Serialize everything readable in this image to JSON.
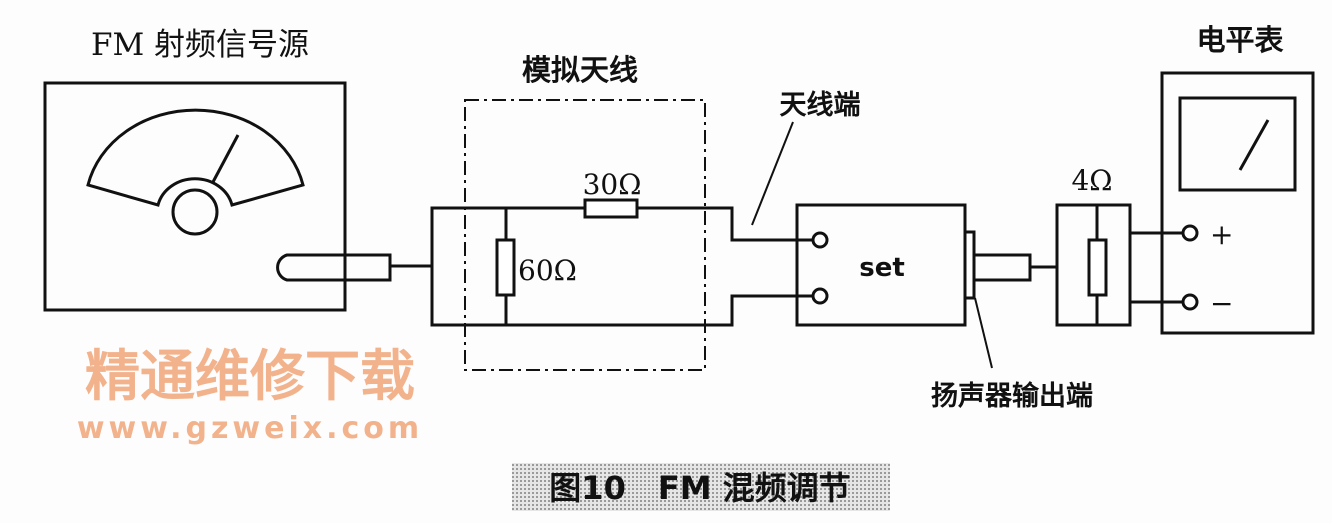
{
  "labels": {
    "signal_source": "FM 射频信号源",
    "dummy_antenna": "模拟天线",
    "antenna_terminal": "天线端",
    "r_series": "30Ω",
    "r_shunt": "60Ω",
    "set": "set",
    "load": "4Ω",
    "level_meter": "电平表",
    "plus": "+",
    "minus": "−",
    "speaker_output": "扬声器输出端"
  },
  "watermark": {
    "cn": "精通维修下载",
    "url": "www.gzweix.com",
    "color": "#f0a070"
  },
  "caption": "图10　FM 混频调节"
}
